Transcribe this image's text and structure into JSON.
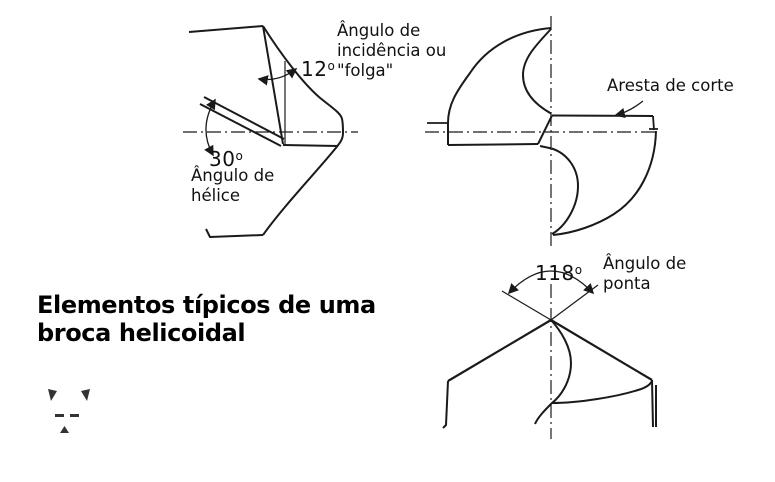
{
  "colors": {
    "ink": "#1a1a1a",
    "background": "#ffffff"
  },
  "title": {
    "text": "Elementos típicos de uma\nbroca helicoidal"
  },
  "labels": {
    "clearance_angle": {
      "value": "12",
      "unit": "o"
    },
    "clearance_caption": "Ângulo de\nincidência ou\n\"folga\"",
    "helix_angle": {
      "value": "30",
      "unit": "o"
    },
    "helix_caption": "Ângulo de\nhélice",
    "cutting_edge_caption": "Aresta de corte",
    "point_angle": {
      "value": "118",
      "unit": "o"
    },
    "point_caption": "Ângulo de\nponta"
  },
  "icons": {
    "footer_mark": "drill-tip-glyph"
  }
}
